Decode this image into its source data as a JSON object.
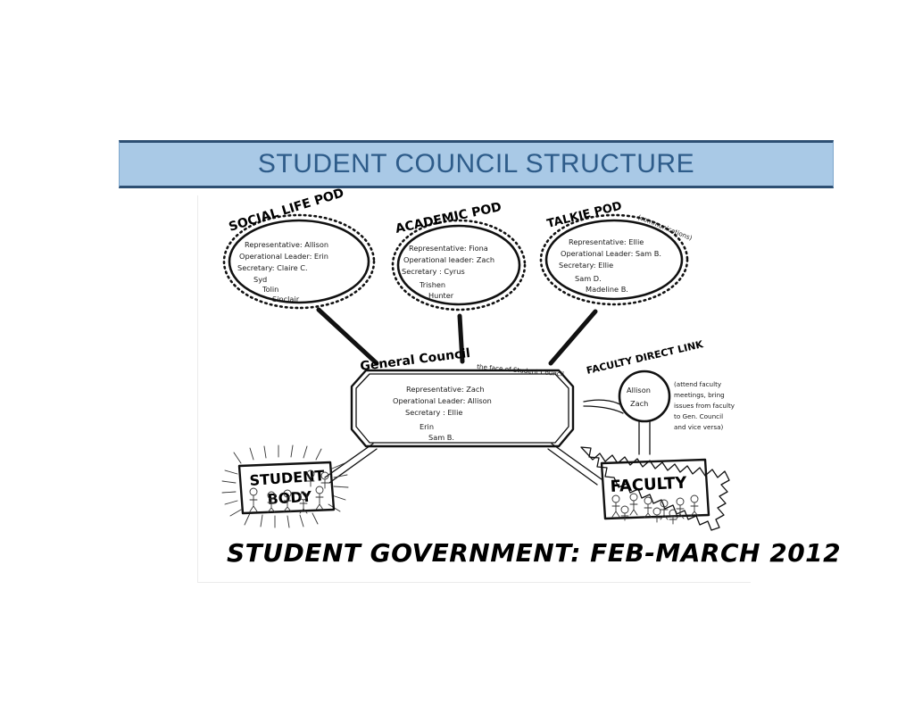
{
  "slide": {
    "title": "STUDENT COUNCIL STRUCTURE",
    "title_bar_color": "#a9c9e6",
    "title_border_color": "#2d4f73",
    "title_text_color": "#2e5c8a",
    "background_color": "#ffffff"
  },
  "diagram": {
    "caption": "STUDENT GOVERNMENT: FEB-MARCH 2012",
    "pods": [
      {
        "id": "social-life-pod",
        "title": "SOCIAL LIFE POD",
        "roles": [
          "Representative: Allison",
          "Operational Leader: Erin",
          "Secretary: Claire C."
        ],
        "members": [
          "Syd",
          "Tolin",
          "Sinclair"
        ]
      },
      {
        "id": "academic-pod",
        "title": "ACADEMIC POD",
        "roles": [
          "Representative: Fiona",
          "Operational leader: Zach",
          "Secretary : Cyrus"
        ],
        "members": [
          "Trishen",
          "Hunter"
        ]
      },
      {
        "id": "talkie-pod",
        "title": "TALKIE POD",
        "title_suffix": "(communications)",
        "roles": [
          "Representative: Ellie",
          "Operational Leader: Sam B.",
          "Secretary: Ellie"
        ],
        "members": [
          "Sam D.",
          "Madeline B."
        ]
      }
    ],
    "general_council": {
      "title": "General Council",
      "subtitle": "the face of Student Council",
      "roles": [
        "Representative: Zach",
        "Operational Leader: Allison",
        "Secretary : Ellie"
      ],
      "members": [
        "Erin",
        "Sam B."
      ]
    },
    "faculty_direct_link": {
      "title": "FACULTY DIRECT LINK",
      "members": [
        "Allison",
        "Zach"
      ],
      "note": [
        "(attend faculty",
        "meetings, bring",
        "issues from faculty",
        "to Gen. Council",
        "and vice versa)"
      ]
    },
    "student_body": {
      "label_line1": "STUDENT",
      "label_line2": "BODY"
    },
    "faculty": {
      "label": "FACULTY"
    }
  }
}
